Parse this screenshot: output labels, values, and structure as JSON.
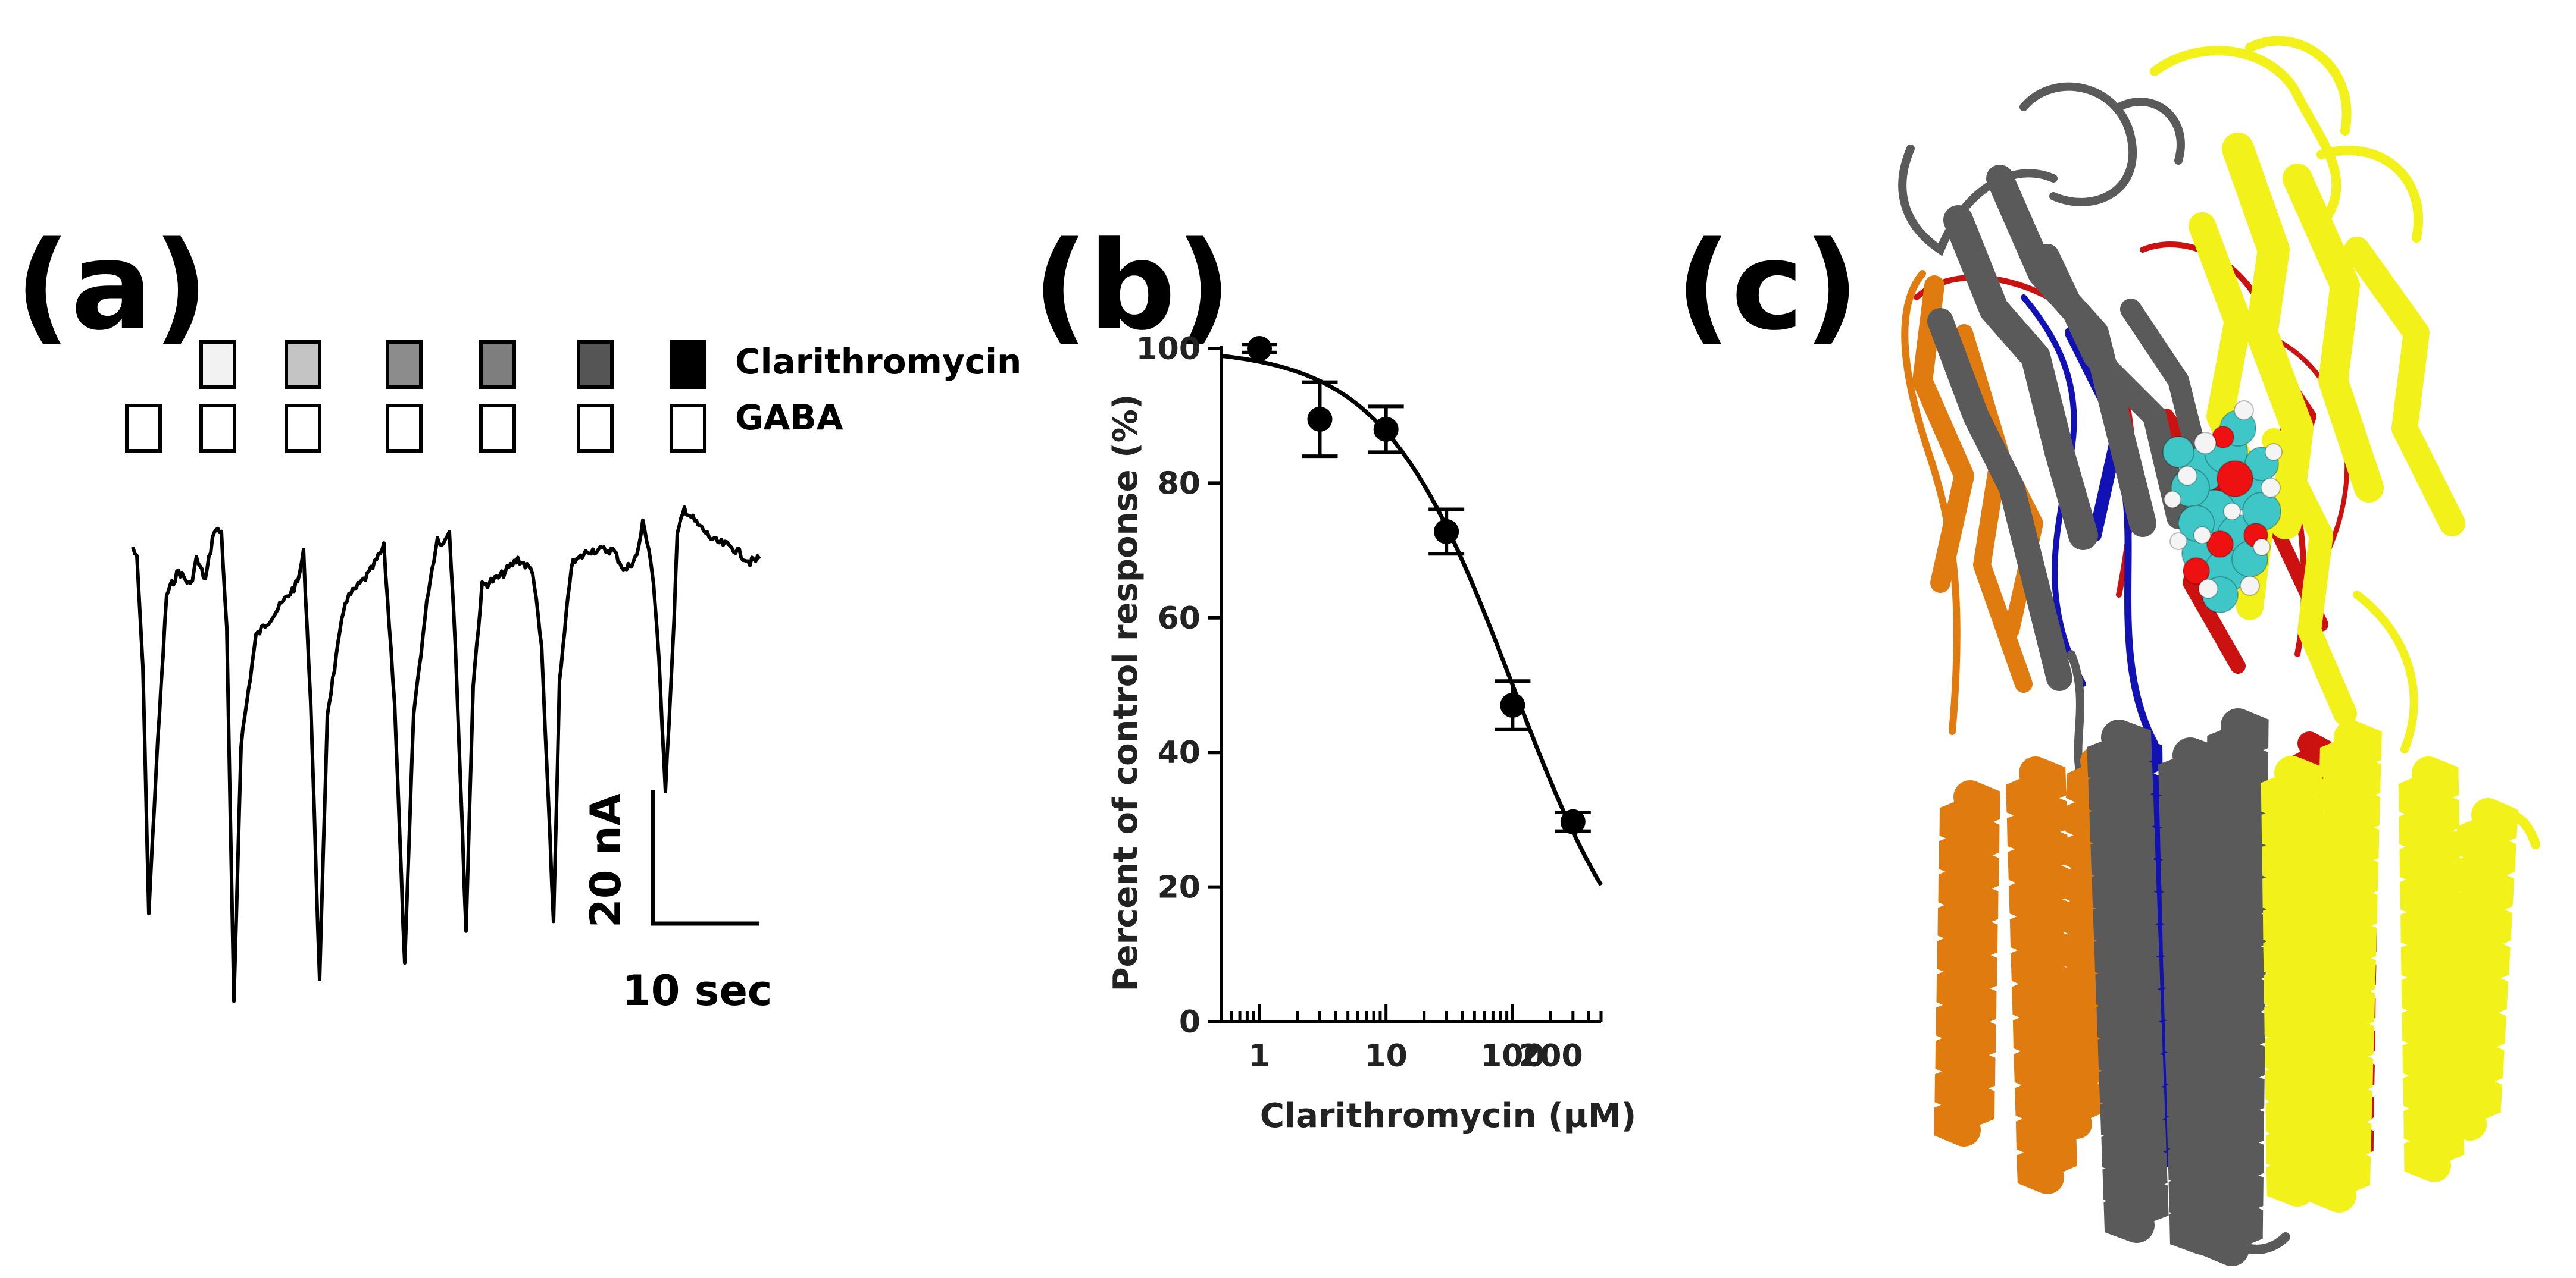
{
  "panels": {
    "a_label": "(a)",
    "b_label": "(b)",
    "c_label": "(c)"
  },
  "panel_a": {
    "legend_drug": "Clarithromycin",
    "legend_gaba": "GABA",
    "scale_y": "20 nA",
    "scale_x": "10 sec",
    "drug_bar_colors": [
      "#f2f2f2",
      "#c4c4c4",
      "#8c8c8c",
      "#7e7e7e",
      "#555555",
      "#000000"
    ],
    "trace_color": "#000000"
  },
  "chart_data": {
    "type": "scatter",
    "xlabel": "Clarithromycin (µM)",
    "ylabel": "Percent of control response (%)",
    "xscale": "log",
    "xlim": [
      0.5,
      500
    ],
    "ylim": [
      0,
      100
    ],
    "xticklabels": [
      "1",
      "10",
      "100",
      "200"
    ],
    "yticks": [
      0,
      20,
      40,
      60,
      80,
      100
    ],
    "series": [
      {
        "x": [
          1,
          3,
          10,
          30,
          100,
          300
        ],
        "y": [
          100,
          89.5,
          88,
          72.8,
          47,
          29.7
        ],
        "err": [
          0.6,
          5.5,
          3.4,
          3.3,
          3.6,
          1.4
        ]
      }
    ],
    "fit": {
      "model": "logistic",
      "ic50": 100,
      "hill": 0.85
    }
  },
  "panel_c": {
    "subunit_colors": [
      "#5a5a5a",
      "#e07b10",
      "#f2f21a",
      "#cc1111",
      "#1212b4"
    ],
    "ligand_colors": [
      "#3fc6c6",
      "#ee1111",
      "#f4f4f4"
    ]
  }
}
